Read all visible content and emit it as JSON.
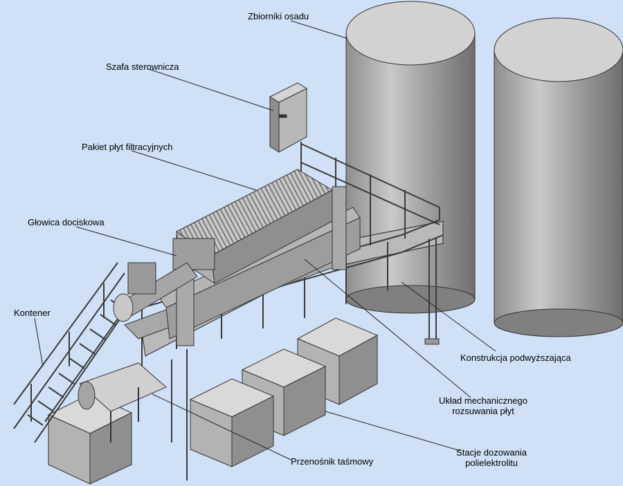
{
  "labels": {
    "zbiorniki": "Zbiorniki osadu",
    "szafa": "Szafa sterownicza",
    "pakiet": "Pakiet płyt filtracyjnych",
    "glowica": "Głowica dociskowa",
    "kontener": "Kontener",
    "konstrukcja": "Konstrukcja podwyższająca",
    "uklad_line1": "Układ mechanicznego",
    "uklad_line2": "rozsuwania płyt",
    "stacje_line1": "Stacje dozowania",
    "stacje_line2": "polielektrolitu",
    "przenosnik": "Przenośnik taśmowy"
  },
  "colors": {
    "background": "#cfe0f7",
    "metal": "#b4b4b4",
    "metal_dark": "#8c8c8c",
    "metal_light": "#d6d6d6",
    "leader": "#222222"
  }
}
